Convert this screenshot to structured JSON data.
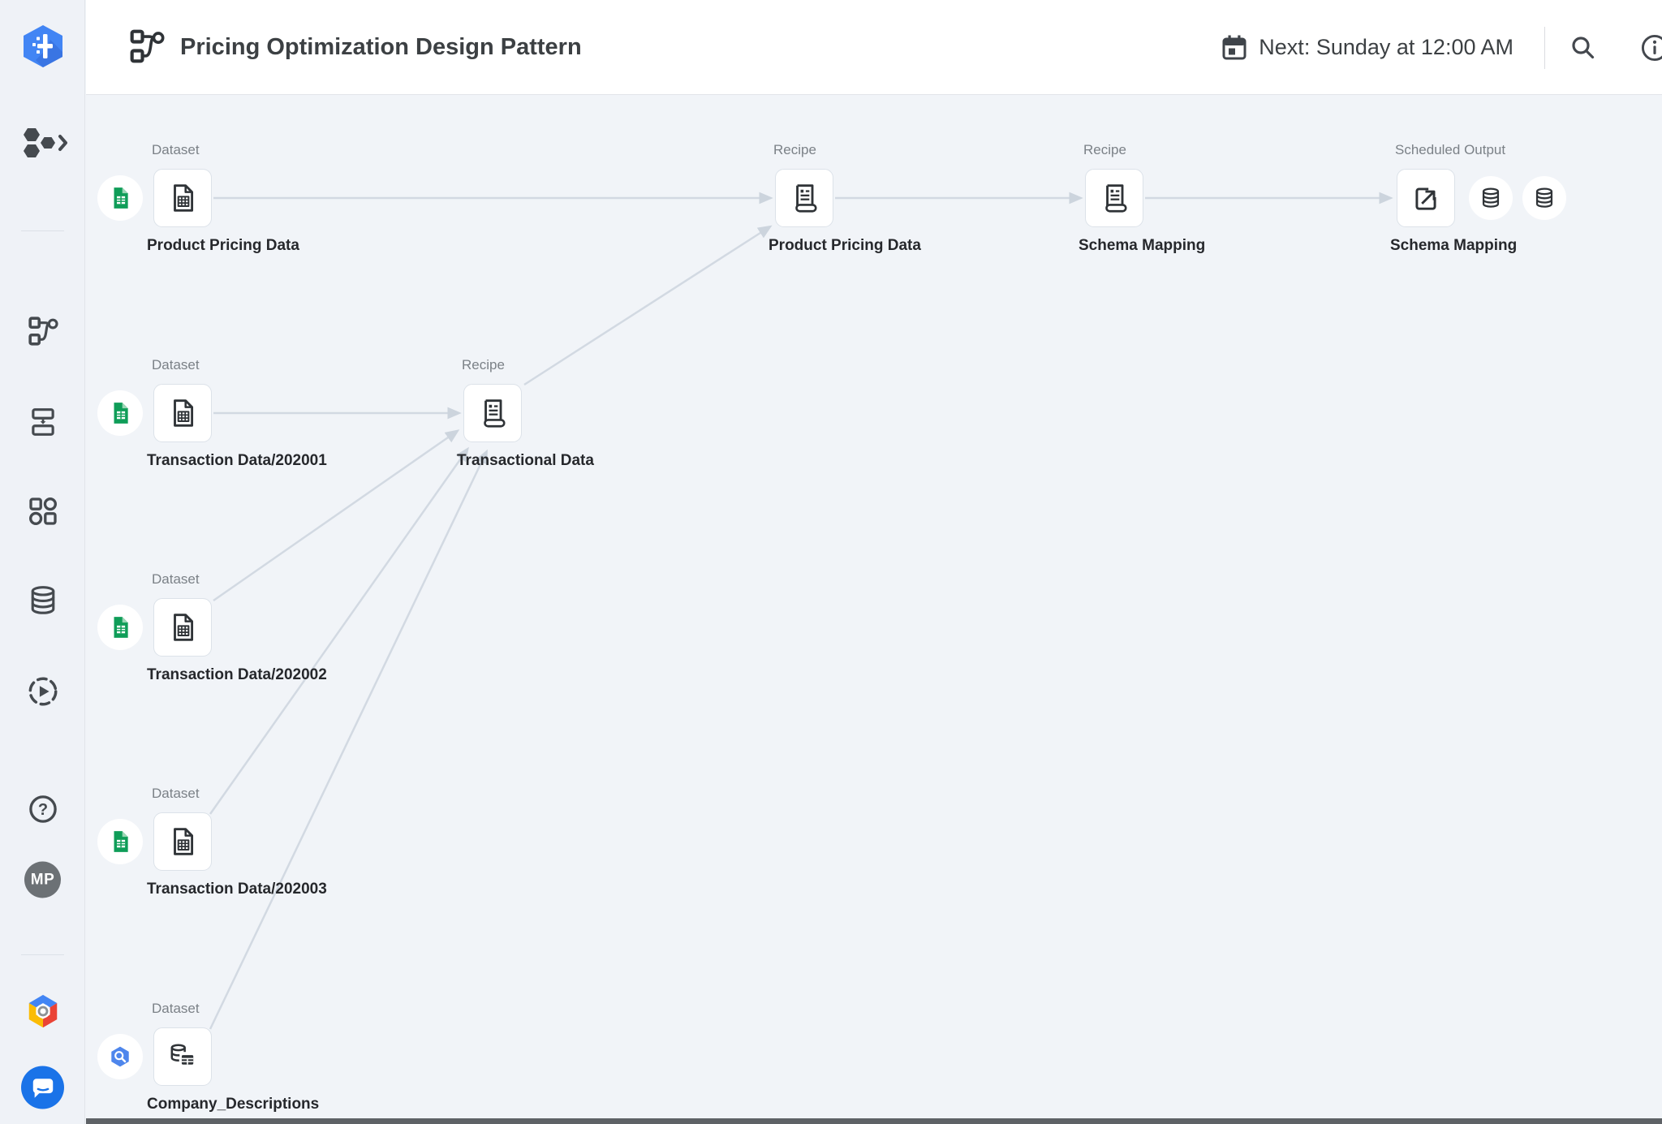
{
  "app": {
    "logo_name": "Cloud Dataprep"
  },
  "header": {
    "title": "Pricing Optimization Design Pattern",
    "schedule_text": "Next: Sunday at 12:00 AM"
  },
  "sidebar": {
    "avatar_initials": "MP",
    "items": [
      {
        "name": "flows-expand"
      },
      {
        "name": "flows"
      },
      {
        "name": "plans"
      },
      {
        "name": "library"
      },
      {
        "name": "datasets"
      },
      {
        "name": "job-history"
      },
      {
        "name": "help"
      },
      {
        "name": "account"
      },
      {
        "name": "google-cloud"
      },
      {
        "name": "chat-support"
      }
    ]
  },
  "colors": {
    "accent_blue": "#4285f4",
    "sheets_green": "#0f9d58",
    "bigquery_blue": "#4e86ec",
    "chat_blue": "#1a73e8",
    "canvas_bg": "#f1f4f8",
    "edge_gray": "#d2d9e2",
    "icon_dark": "#33373b"
  },
  "flow": {
    "nodes": [
      {
        "type_label": "Dataset",
        "title": "Product Pricing Data",
        "source": "google-sheets"
      },
      {
        "type_label": "Recipe",
        "title": "Product Pricing Data",
        "source": ""
      },
      {
        "type_label": "Recipe",
        "title": "Schema Mapping",
        "source": ""
      },
      {
        "type_label": "Scheduled Output",
        "title": "Schema Mapping",
        "source": ""
      },
      {
        "type_label": "Dataset",
        "title": "Transaction Data/202001",
        "source": "google-sheets"
      },
      {
        "type_label": "Recipe",
        "title": "Transactional Data",
        "source": ""
      },
      {
        "type_label": "Dataset",
        "title": "Transaction Data/202002",
        "source": "google-sheets"
      },
      {
        "type_label": "Dataset",
        "title": "Transaction Data/202003",
        "source": "google-sheets"
      },
      {
        "type_label": "Dataset",
        "title": "Company_Descriptions",
        "source": "bigquery"
      }
    ]
  }
}
